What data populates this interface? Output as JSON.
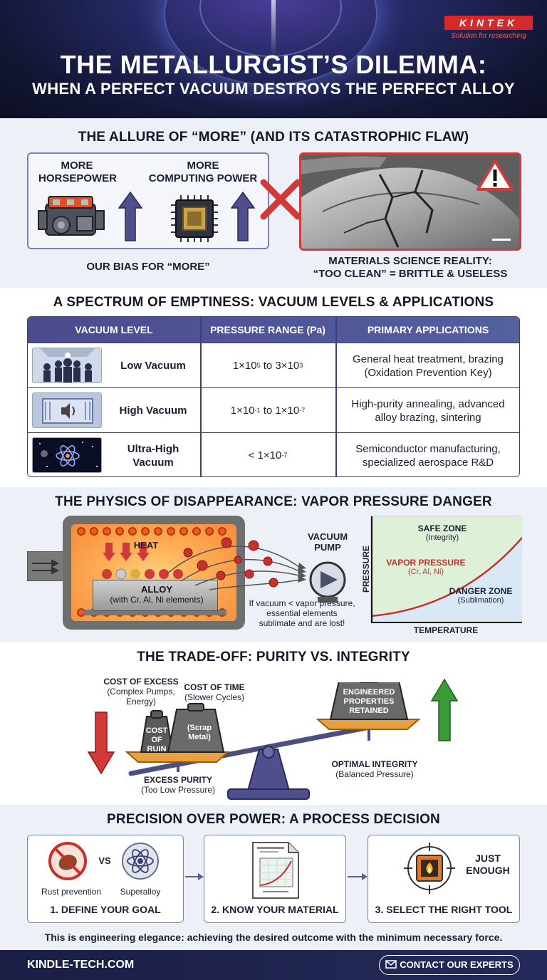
{
  "brand": {
    "logo": "KINTEK",
    "slogan": "Solution for researching"
  },
  "title": {
    "line1": "THE METALLURGIST’S DILEMMA:",
    "line2": "WHEN A PERFECT VACUUM DESTROYS THE PERFECT ALLOY"
  },
  "allure": {
    "heading": "THE ALLURE OF “MORE” (AND ITS CATASTROPHIC FLAW)",
    "more_horsepower": [
      "MORE",
      "HORSEPOWER"
    ],
    "more_computing": [
      "MORE",
      "COMPUTING POWER"
    ],
    "bias": "OUR BIAS FOR “MORE”",
    "reality_line1": "MATERIALS SCIENCE REALITY:",
    "reality_line2": "“TOO CLEAN” = BRITTLE & USELESS",
    "icons": [
      "engine-icon",
      "cpu-chip-icon",
      "up-arrow-icon",
      "red-x-icon",
      "warning-icon"
    ]
  },
  "spectrum": {
    "heading": "A SPECTRUM OF EMPTINESS: VACUUM LEVELS & APPLICATIONS",
    "columns": [
      "VACUUM LEVEL",
      "PRESSURE RANGE (Pa)",
      "PRIMARY APPLICATIONS"
    ],
    "rows": [
      {
        "level": "Low Vacuum",
        "p_a": "1×10",
        "p_a_exp": "5",
        "p_mid": " to 3×10",
        "p_b_exp": "3",
        "app1": "General heat treatment, brazing",
        "app2": "(Oxidation Prevention Key)"
      },
      {
        "level": "High Vacuum",
        "p_a": "1×10",
        "p_a_exp": "-1",
        "p_mid": " to 1×10",
        "p_b_exp": "-7",
        "app1": "High-purity annealing, advanced",
        "app2": "alloy brazing, sintering"
      },
      {
        "level1": "Ultra-High",
        "level2": "Vacuum",
        "p_a": "< 1×10",
        "p_a_exp": "-7",
        "app1": "Semiconductor manufacturing,",
        "app2": "specialized aerospace R&D"
      }
    ]
  },
  "physics": {
    "heading": "THE PHYSICS OF DISAPPEARANCE: VAPOR PRESSURE DANGER",
    "heat": "HEAT",
    "alloy": "ALLOY",
    "alloy_sub": "(with Cr, Al, Ni elements)",
    "pump1": "VACUUM",
    "pump2": "PUMP",
    "note1": "If vacuum < vapor pressure,",
    "note2": "essential elements",
    "note3": "sublimate and are lost!",
    "graph": {
      "safe": "SAFE ZONE",
      "safe_sub": "(Integrity)",
      "vp": "VAPOR PRESSURE",
      "vp_sub": "(Cr, Al, Ni)",
      "danger": "DANGER ZONE",
      "danger_sub": "(Sublimation)",
      "ylabel": "PRESSURE",
      "xlabel": "TEMPERATURE"
    }
  },
  "tradeoff": {
    "heading": "THE TRADE-OFF: PURITY VS. INTEGRITY",
    "excess1": "COST OF EXCESS",
    "excess2": "(Complex Pumps,",
    "excess3": "Energy)",
    "time1": "COST OF TIME",
    "time2": "(Slower Cycles)",
    "ruin1": "COST",
    "ruin2": "OF RUIN",
    "scrap1": "(Scrap",
    "scrap2": "Metal)",
    "eng1": "ENGINEERED",
    "eng2": "PROPERTIES",
    "eng3": "RETAINED",
    "purity1": "EXCESS PURITY",
    "purity2": "(Too Low Pressure)",
    "optimal1": "OPTIMAL INTEGRITY",
    "optimal2": "(Balanced Pressure)"
  },
  "process": {
    "heading": "PRECISION OVER POWER: A PROCESS DECISION",
    "vs": "VS",
    "rust": "Rust prevention",
    "superalloy": "Superalloy",
    "step1": "1. DEFINE YOUR GOAL",
    "step2": "2. KNOW YOUR MATERIAL",
    "step3": "3. SELECT THE RIGHT TOOL",
    "just1": "JUST",
    "just2": "ENOUGH",
    "tagline": "This is engineering elegance: achieving the desired outcome with the minimum necessary force."
  },
  "footer": {
    "site": "KINDLE-TECH.COM",
    "cta": "CONTACT OUR EXPERTS"
  },
  "colors": {
    "accent_red": "#d23a3a",
    "arrow_purple": "#4e4f8c",
    "arrow_green": "#3a9a3a",
    "navy": "#1a1e44"
  }
}
